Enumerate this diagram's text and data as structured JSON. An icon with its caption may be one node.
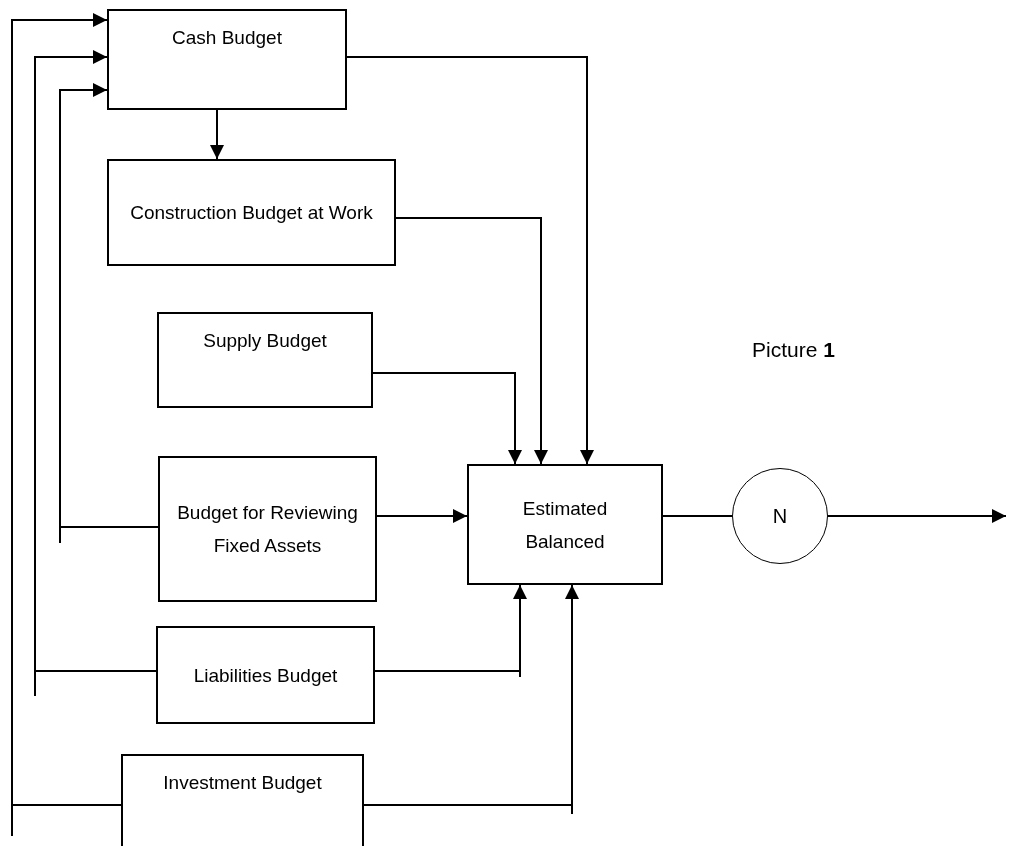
{
  "diagram": {
    "nodes": [
      {
        "text": [
          "Cash Budget"
        ]
      },
      {
        "text": [
          "Construction Budget at Work"
        ]
      },
      {
        "text": [
          "Supply Budget"
        ]
      },
      {
        "text": [
          "Budget for Reviewing Fixed Assets"
        ]
      },
      {
        "text": [
          "Estimated Balanced"
        ]
      },
      {
        "text": [
          "Liabilities Budget"
        ]
      },
      {
        "text": [
          "Investment Budget"
        ]
      },
      {
        "text": [
          "N"
        ]
      }
    ],
    "edges": [
      {
        "from": 0,
        "to": 1,
        "arrow": "to"
      },
      {
        "from": 0,
        "to": 4,
        "arrow": "to"
      },
      {
        "from": 1,
        "to": 4,
        "arrow": "to"
      },
      {
        "from": 2,
        "to": 4,
        "arrow": "to"
      },
      {
        "from": 3,
        "to": 4,
        "arrow": "to"
      },
      {
        "from": 5,
        "to": 4,
        "arrow": "to"
      },
      {
        "from": 6,
        "to": 4,
        "arrow": "to"
      },
      {
        "from": 3,
        "to": 0,
        "arrow": "to"
      },
      {
        "from": 5,
        "to": 0,
        "arrow": "to"
      },
      {
        "from": 6,
        "to": 0,
        "arrow": "to"
      },
      {
        "from": 4,
        "to": 7,
        "arrow": "none"
      },
      {
        "from": 7,
        "to": null,
        "arrow": "to"
      }
    ],
    "labels": [
      "Picture **1**"
    ]
  }
}
